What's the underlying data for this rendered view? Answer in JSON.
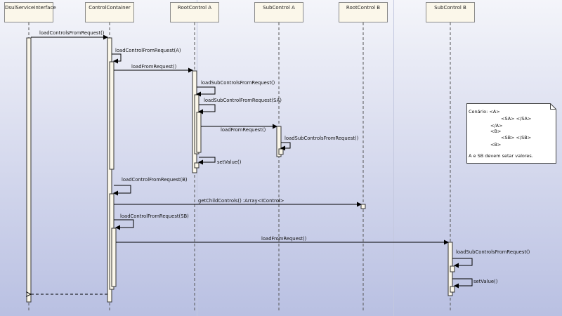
{
  "lifelines": [
    {
      "id": "DsulServiceInterface",
      "label": "DsulServiceInterface"
    },
    {
      "id": "ControlContainer",
      "label": "ControlContainer"
    },
    {
      "id": "RootControlA",
      "label": "RootControl A"
    },
    {
      "id": "SubControlA",
      "label": "SubControl A"
    },
    {
      "id": "RootControlB",
      "label": "RootControl B"
    },
    {
      "id": "SubControlB",
      "label": "SubControl B"
    }
  ],
  "messages": [
    {
      "label": "loadControlsFromRequest()",
      "kind": "call"
    },
    {
      "label": "loadControlFromRequest(A)",
      "kind": "self"
    },
    {
      "label": "loadFromRequest()",
      "kind": "call"
    },
    {
      "label": "loadSubControlsFromRequest()",
      "kind": "self"
    },
    {
      "label": "loadSubControlFromRequest(SA)",
      "kind": "self"
    },
    {
      "label": "loadFromRequest()",
      "kind": "call"
    },
    {
      "label": "loadSubControlsFromRequest()",
      "kind": "self"
    },
    {
      "label": "setValue()",
      "kind": "self"
    },
    {
      "label": "loadControlFromRequest(B)",
      "kind": "self"
    },
    {
      "label": "getChildControls() :Array<IControl>",
      "kind": "call"
    },
    {
      "label": "loadControlFromRequest(SB)",
      "kind": "self"
    },
    {
      "label": "loadFromRequest()",
      "kind": "call"
    },
    {
      "label": "loadSubControlsFromRequest()",
      "kind": "self"
    },
    {
      "label": "setValue()",
      "kind": "self"
    },
    {
      "label": "",
      "kind": "return"
    }
  ],
  "note": {
    "lines": [
      "Cenário: <A>",
      "<SA> </SA>",
      "</A>",
      "<B>",
      "<SB> </SB>",
      "<B>",
      "A e SB devem setar valores."
    ]
  },
  "colors": {
    "background_top": "#f4f5fa",
    "background_bottom": "#b9c0e2",
    "lifeline_box": "#fbf7ea",
    "activation": "#fbf7ea",
    "line": "#000000"
  }
}
